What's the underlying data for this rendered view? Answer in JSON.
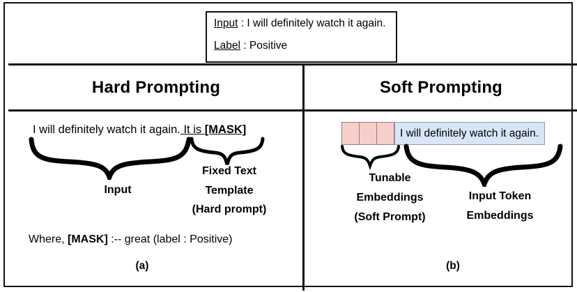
{
  "figure": {
    "example_box": {
      "input_label": "Input",
      "input_separator": " :  ",
      "input_text": "I will definitely watch it again.",
      "label_label": "Label",
      "label_separator": " :  ",
      "label_text": "Positive"
    },
    "columns": {
      "hard_header": "Hard Prompting",
      "soft_header": "Soft Prompting"
    },
    "hard_panel": {
      "sentence_input_part": "I will definitely watch it again.",
      "sentence_template_prefix": " It is ",
      "sentence_mask": "[MASK]",
      "brace_input_label": "Input",
      "brace_template_line1": "Fixed Text",
      "brace_template_line2": "Template",
      "brace_template_line3": "(Hard prompt)",
      "where_prefix": "Where,  ",
      "where_mask": "[MASK]",
      "where_suffix": " :-- great (label : Positive)",
      "subfigure_label": "(a)"
    },
    "soft_panel": {
      "tunable_cells": [
        "",
        "",
        ""
      ],
      "input_embedding_text": "I will definitely watch it again.",
      "brace_tunable_line1": "Tunable",
      "brace_tunable_line2": "Embeddings",
      "brace_tunable_line3": "(Soft Prompt)",
      "brace_token_line1": "Input Token",
      "brace_token_line2": "Embeddings",
      "subfigure_label": "(b)"
    },
    "colors": {
      "soft_prompt_fill": "#f6cfcb",
      "soft_prompt_border": "#9a7d7a",
      "input_embedding_fill": "#d8e6f8",
      "input_embedding_border": "#8e9db0",
      "frame": "#111111",
      "text": "#000000",
      "background": "#ffffff"
    }
  }
}
